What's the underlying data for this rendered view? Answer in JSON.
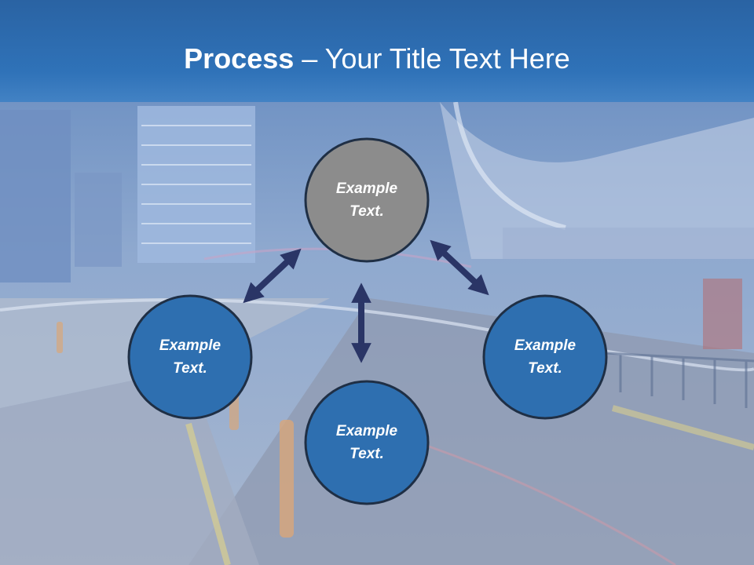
{
  "slide": {
    "title_bold": "Process",
    "title_rest": " – Your Title Text Here"
  },
  "nodes": [
    {
      "label_line1": "Example",
      "label_line2": "Text.",
      "color": "#8c8c8c",
      "role": "top"
    },
    {
      "label_line1": "Example",
      "label_line2": "Text.",
      "color": "#2e6fb0",
      "role": "left"
    },
    {
      "label_line1": "Example",
      "label_line2": "Text.",
      "color": "#2e6fb0",
      "role": "bottom"
    },
    {
      "label_line1": "Example",
      "label_line2": "Text.",
      "color": "#2e6fb0",
      "role": "right"
    }
  ],
  "colors": {
    "header": "#2f72b8",
    "arrow": "#2a3566",
    "circle_border": "#1f2f45"
  }
}
